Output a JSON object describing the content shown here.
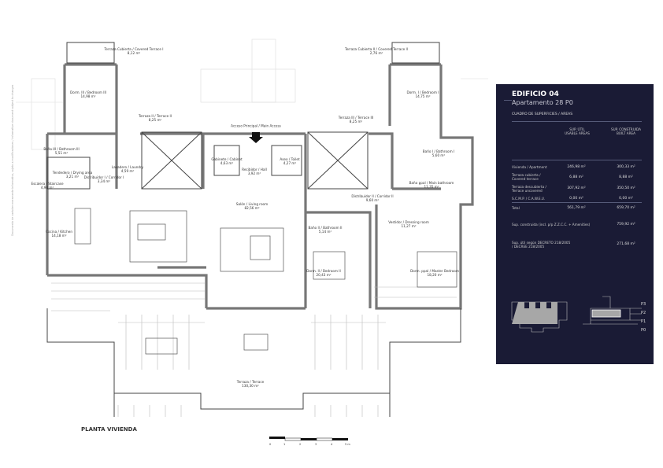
{
  "side_note": "Documento de carácter meramente informativo, sujeto a modificaciones / Informative document subject to changes",
  "plan": {
    "title": "PLANTA VIVIENDA",
    "scale_labels": [
      "0",
      "1",
      "2",
      "3",
      "4",
      "5 m"
    ],
    "rooms": [
      {
        "name": "Terraza Cubierta / Covered Terrace I",
        "area": "8,12 m²"
      },
      {
        "name": "Dorm. III / Bedroom III",
        "area": "14,98 m²"
      },
      {
        "name": "Terraza II / Terrace II",
        "area": "8,25 m²"
      },
      {
        "name": "Baño III / Bathroom III",
        "area": "5,51 m²"
      },
      {
        "name": "Lavadero / Laundry",
        "area": "4,59 m²"
      },
      {
        "name": "Tendedero / Drying area",
        "area": "3,21 m²"
      },
      {
        "name": "Escalera / Staircase",
        "area": "4,98 m²"
      },
      {
        "name": "Distribuidor I / Corridor I",
        "area": "3,34 m²"
      },
      {
        "name": "Cocina / Kitchen",
        "area": "14,18 m²"
      },
      {
        "name": "Gabinete / Cabinet",
        "area": "4,63 m²"
      },
      {
        "name": "Acceso Principal / Main Access",
        "area": ""
      },
      {
        "name": "Recibidor / Hall",
        "area": "3,92 m²"
      },
      {
        "name": "Aseo / Toilet",
        "area": "4,27 m²"
      },
      {
        "name": "Salón / Living room",
        "area": "82,56 m²"
      },
      {
        "name": "Terraza III / Terrace III",
        "area": "8,25 m²"
      },
      {
        "name": "Terraza Cubierta II / Covered Terrace II",
        "area": "2,76 m²"
      },
      {
        "name": "Dorm. I / Bedroom I",
        "area": "14,75 m²"
      },
      {
        "name": "Baño I / Bathroom I",
        "area": "5,60 m²"
      },
      {
        "name": "Baño ppal / Main bathroom",
        "area": "11,35 m²"
      },
      {
        "name": "Distribuidor II / Corridor II",
        "area": "9,60 m²"
      },
      {
        "name": "Vestidor / Dressing room",
        "area": "11,27 m²"
      },
      {
        "name": "Baño II / Bathroom II",
        "area": "5,14 m²"
      },
      {
        "name": "Dorm. II / Bedroom II",
        "area": "20,43 m²"
      },
      {
        "name": "Dorm. ppal / Master Bedroom",
        "area": "18,20 m²"
      },
      {
        "name": "Terraza / Terrace",
        "area": "130,30 m²"
      }
    ]
  },
  "panel": {
    "building": "EDIFICIO 04",
    "apartment": "Apartamento 28 P0",
    "table_title": "CUADRO DE SUPERFICIES / AREAS",
    "col1": "SUP. ÚTIL\nUSABLE AREAS",
    "col2": "SUP. CONSTRUIDA\nBUILT AREA",
    "rows": [
      {
        "label": "Vivienda / Apartment",
        "util": "246,98 m²",
        "built": "300,33 m²"
      },
      {
        "label": "Terraza cubierta /\nCovered terrace",
        "util": "6,88 m²",
        "built": "8,88 m²"
      },
      {
        "label": "Terraza descubierta /\nTerrace uncovered",
        "util": "307,92 m²",
        "built": "350,50 m²"
      },
      {
        "label": "S.C.M.P. / C.A.W.E.U.",
        "util": "0,00 m²",
        "built": "0,00 m²"
      }
    ],
    "total": {
      "label": "Total",
      "util": "561,79 m²",
      "built": "659,70 m²"
    },
    "built_incl": {
      "label": "Sup. construida (incl. p/p Z.Z.C.C. + Amenities)",
      "value": "759,92 m²"
    },
    "decreto": {
      "label": "Sup. útil según DECRETO 218/2005\n/ DECREE 218/2005",
      "value": "271,68 m²"
    },
    "levels": [
      "P3",
      "P2",
      "P1",
      "P0"
    ],
    "bg_color": "#1a1b35",
    "highlight_color": "#a7a7a7"
  }
}
